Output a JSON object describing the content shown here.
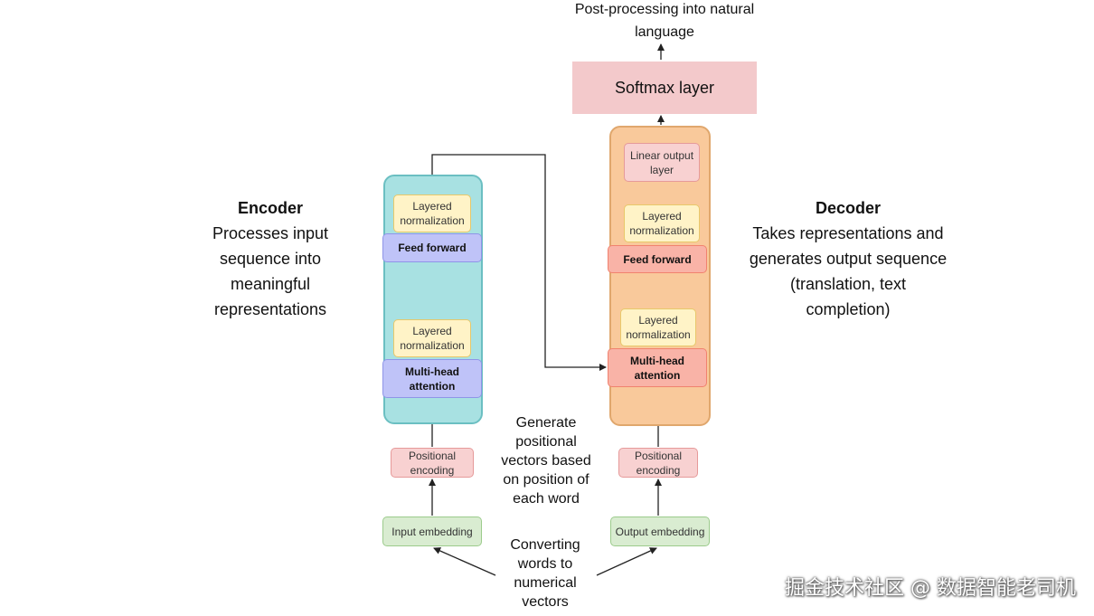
{
  "encoder": {
    "title": "Encoder",
    "desc_lines": [
      "Processes input",
      "sequence into",
      "meaningful",
      "representations"
    ],
    "layers": {
      "norm_top": "Layered normalization",
      "feed_forward": "Feed forward",
      "norm_bottom": "Layered normalization",
      "attention": "Multi-head attention"
    },
    "positional_encoding": "Positional encoding",
    "embedding": "Input embedding"
  },
  "decoder": {
    "title": "Decoder",
    "desc_lines": [
      "Takes representations and",
      "generates output sequence",
      "(translation, text",
      "completion)"
    ],
    "layers": {
      "linear_output": "Linear output layer",
      "norm_top": "Layered normalization",
      "feed_forward": "Feed forward",
      "norm_bottom": "Layered normalization",
      "attention": "Multi-head attention"
    },
    "positional_encoding": "Positional encoding",
    "embedding": "Output embedding"
  },
  "softmax": "Softmax layer",
  "notes": {
    "post_processing": [
      "Post-processing into natural",
      "language"
    ],
    "positional": [
      "Generate",
      "positional",
      "vectors based",
      "on position of",
      "each word"
    ],
    "converting": [
      "Converting",
      "words to",
      "numerical",
      "vectors"
    ]
  },
  "watermark": "掘金技术社区 @ 数据智能老司机",
  "colors": {
    "encoder_stack": "#a8e1e2",
    "decoder_stack": "#f9c99b",
    "normalization": "#fff3c7",
    "encoder_feed_forward_attention": "#bfc3f8",
    "decoder_feed_forward_attention": "#f9b3a7",
    "positional_encoding": "#f8d1d1",
    "embedding": "#d9ecd1",
    "softmax": "#f3c9cb"
  }
}
